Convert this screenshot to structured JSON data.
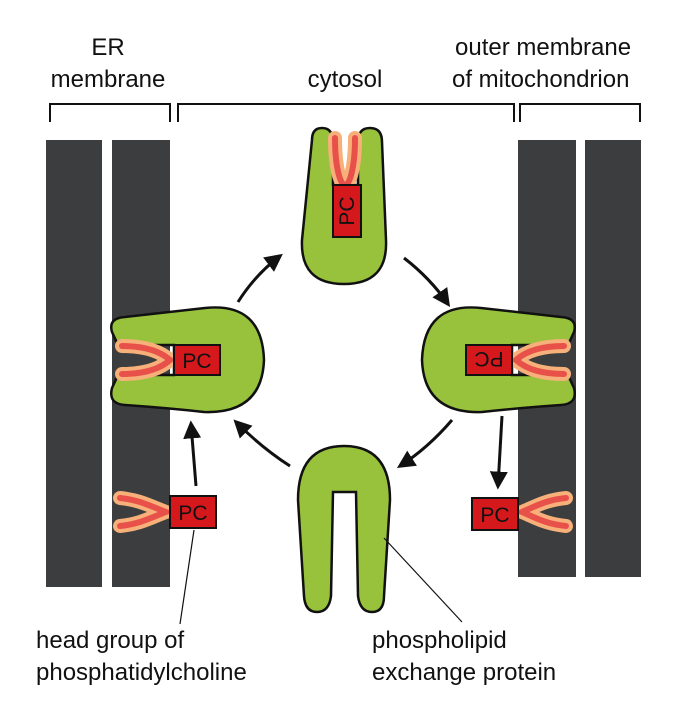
{
  "labels": {
    "er_line1": "ER",
    "er_line2": "membrane",
    "cytosol": "cytosol",
    "mito_line1": "outer membrane",
    "mito_line2": "of mitochondrion",
    "head_line1": "head group of",
    "head_line2": "phosphatidylcholine",
    "protein_line1": "phospholipid",
    "protein_line2": "exchange protein"
  },
  "pc_label": "PC",
  "colors": {
    "membrane": "#3b3d3e",
    "protein": "#98c23c",
    "protein_highlight": "#f0e060",
    "pc_box": "#d5181c",
    "lipid_tail": "#e8504a",
    "lipid_glow": "#f7b07a",
    "background": "#ffffff"
  },
  "icons": {
    "cycle_arrows": "curved-arrow-icon"
  }
}
